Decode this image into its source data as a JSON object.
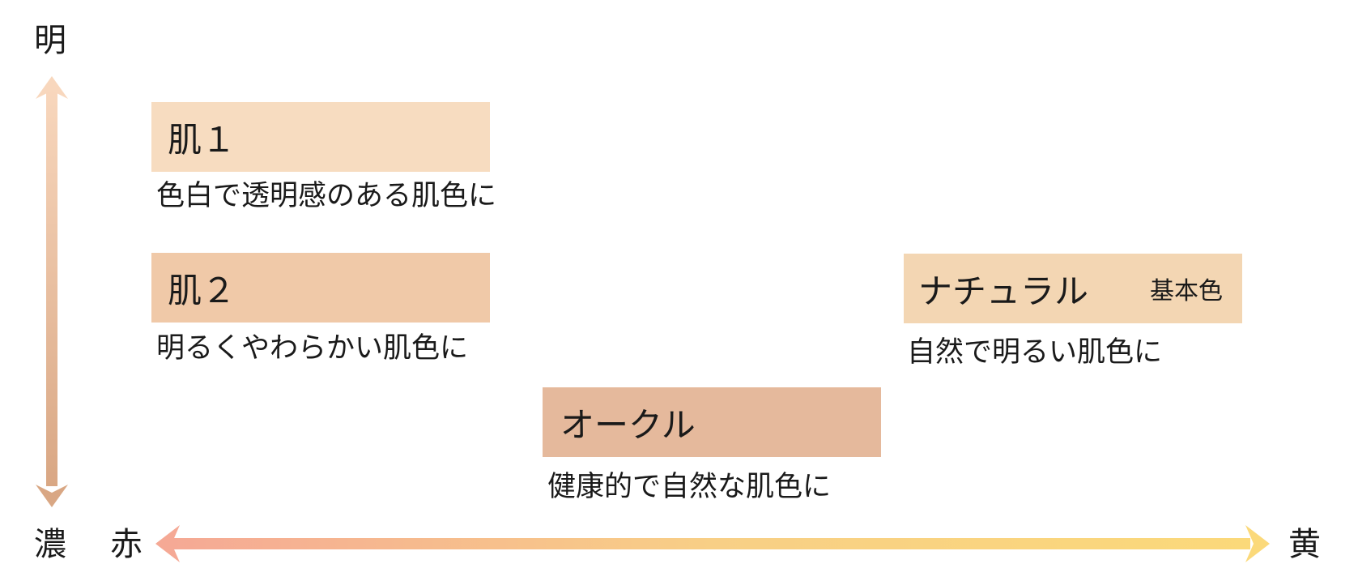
{
  "axes": {
    "top_label": "明",
    "bottom_label": "濃",
    "left_label": "赤",
    "right_label": "黄"
  },
  "colors": {
    "vertical_arrow_top": "#f8d7bd",
    "vertical_arrow_bottom": "#d9a784",
    "horizontal_arrow_left": "#f5a995",
    "horizontal_arrow_right": "#fbd97a"
  },
  "items": [
    {
      "id": "hada1",
      "name": "肌１",
      "tag": "",
      "description": "色白で透明感のある肌色に",
      "color": "#f7dcc0"
    },
    {
      "id": "hada2",
      "name": "肌２",
      "tag": "",
      "description": "明るくやわらかい肌色に",
      "color": "#f0c9a8"
    },
    {
      "id": "natural",
      "name": "ナチュラル",
      "tag": "基本色",
      "description": "自然で明るい肌色に",
      "color": "#f3d6b3"
    },
    {
      "id": "ocher",
      "name": "オークル",
      "tag": "",
      "description": "健康的で自然な肌色に",
      "color": "#e5b99c"
    }
  ]
}
